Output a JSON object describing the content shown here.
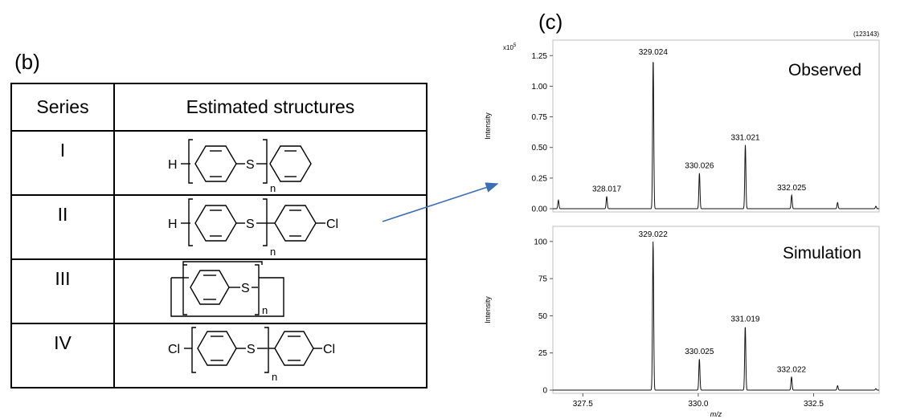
{
  "panels": {
    "b_label": "(b)",
    "c_label": "(c)"
  },
  "table": {
    "headers": [
      "Series",
      "Estimated structures"
    ],
    "rows": [
      {
        "id": "I",
        "structure": "H-[C6H4-S]n-C6H5",
        "atoms": {
          "left": "H",
          "link": "S",
          "right": "",
          "n": "n"
        }
      },
      {
        "id": "II",
        "structure": "H-[C6H4-S]n-C6H4-Cl",
        "atoms": {
          "left": "H",
          "link": "S",
          "right": "Cl",
          "n": "n"
        }
      },
      {
        "id": "III",
        "structure": "cyclo-[C6H4-S]n",
        "atoms": {
          "left": "",
          "link": "S",
          "right": "",
          "n": "n"
        }
      },
      {
        "id": "IV",
        "structure": "Cl-[C6H4-S]n-C6H4-Cl",
        "atoms": {
          "left": "Cl",
          "link": "S",
          "right": "Cl",
          "n": "n"
        }
      }
    ]
  },
  "chart_data": [
    {
      "type": "line",
      "title": "Observed",
      "scan_label": "(123143)",
      "y_multiplier": "x10",
      "y_multiplier_exp": "5",
      "ylabel": "Intensity",
      "xlim": [
        326.85,
        333.92
      ],
      "ylim": [
        0,
        1.35
      ],
      "yticks": [
        "1.25",
        "1.00",
        "0.75",
        "0.50",
        "0.25",
        "0.00"
      ],
      "ytick_values": [
        1.25,
        1.0,
        0.75,
        0.5,
        0.25,
        0.0
      ],
      "peaks": [
        {
          "x": 326.97,
          "y": 0.07,
          "label": ""
        },
        {
          "x": 328.017,
          "y": 0.1,
          "label": "328.017"
        },
        {
          "x": 329.024,
          "y": 1.22,
          "label": "329.024"
        },
        {
          "x": 330.026,
          "y": 0.29,
          "label": "330.026"
        },
        {
          "x": 331.021,
          "y": 0.52,
          "label": "331.021"
        },
        {
          "x": 332.025,
          "y": 0.11,
          "label": "332.025"
        },
        {
          "x": 333.02,
          "y": 0.05,
          "label": ""
        },
        {
          "x": 333.85,
          "y": 0.02,
          "label": ""
        }
      ]
    },
    {
      "type": "line",
      "title": "Simulation",
      "ylabel": "Intensity",
      "xlabel": "m/z",
      "xlim": [
        326.85,
        333.92
      ],
      "ylim": [
        0,
        108
      ],
      "yticks": [
        "100",
        "75",
        "50",
        "25",
        "0"
      ],
      "ytick_values": [
        100,
        75,
        50,
        25,
        0
      ],
      "xticks": [
        "327.5",
        "330.0",
        "332.5"
      ],
      "xtick_values": [
        327.5,
        330.0,
        332.5
      ],
      "peaks": [
        {
          "x": 329.022,
          "y": 100,
          "label": "329.022"
        },
        {
          "x": 330.025,
          "y": 21,
          "label": "330.025"
        },
        {
          "x": 331.019,
          "y": 43,
          "label": "331.019"
        },
        {
          "x": 332.022,
          "y": 9,
          "label": "332.022"
        },
        {
          "x": 333.02,
          "y": 3,
          "label": ""
        },
        {
          "x": 333.85,
          "y": 1,
          "label": ""
        }
      ]
    }
  ]
}
